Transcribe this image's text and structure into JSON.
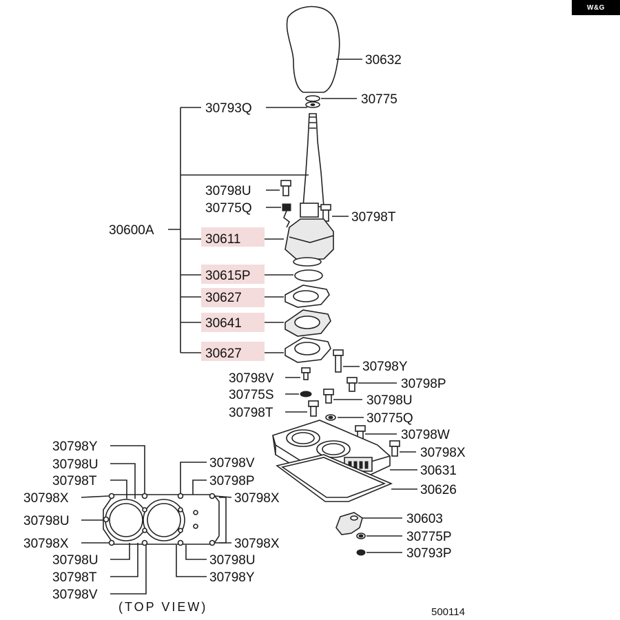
{
  "logo": "W&G",
  "labels": {
    "knob": "30632",
    "washer_top": "30775",
    "lever_q": "30793Q",
    "assy": "30600A",
    "bolt_u1": "30798U",
    "nut_q1": "30775Q",
    "bolt_t1": "30798T",
    "housing": "30611",
    "ring": "30615P",
    "gasket1": "30627",
    "plate": "30641",
    "gasket2": "30627",
    "bolt_y": "30798Y",
    "bolt_v": "30798V",
    "bolt_p": "30798P",
    "nut_s": "30775S",
    "bolt_u2": "30798U",
    "bolt_t2": "30798T",
    "nut_q2": "30775Q",
    "bolt_w": "30798W",
    "bolt_x": "30798X",
    "base": "30631",
    "base_gasket": "30626",
    "bracket": "30603",
    "nut_p": "30775P",
    "lever_p": "30793P"
  },
  "top_view": {
    "left_labels": [
      "30798Y",
      "30798U",
      "30798T",
      "30798X",
      "30798U",
      "30798X",
      "30798U",
      "30798T",
      "30798V"
    ],
    "right_labels": [
      "30798V",
      "30798P",
      "30798X",
      "30798X",
      "30798U",
      "30798Y"
    ],
    "caption": "(TOP VIEW)"
  },
  "figure_code": "500114",
  "highlight_color": "#f4dcdc"
}
